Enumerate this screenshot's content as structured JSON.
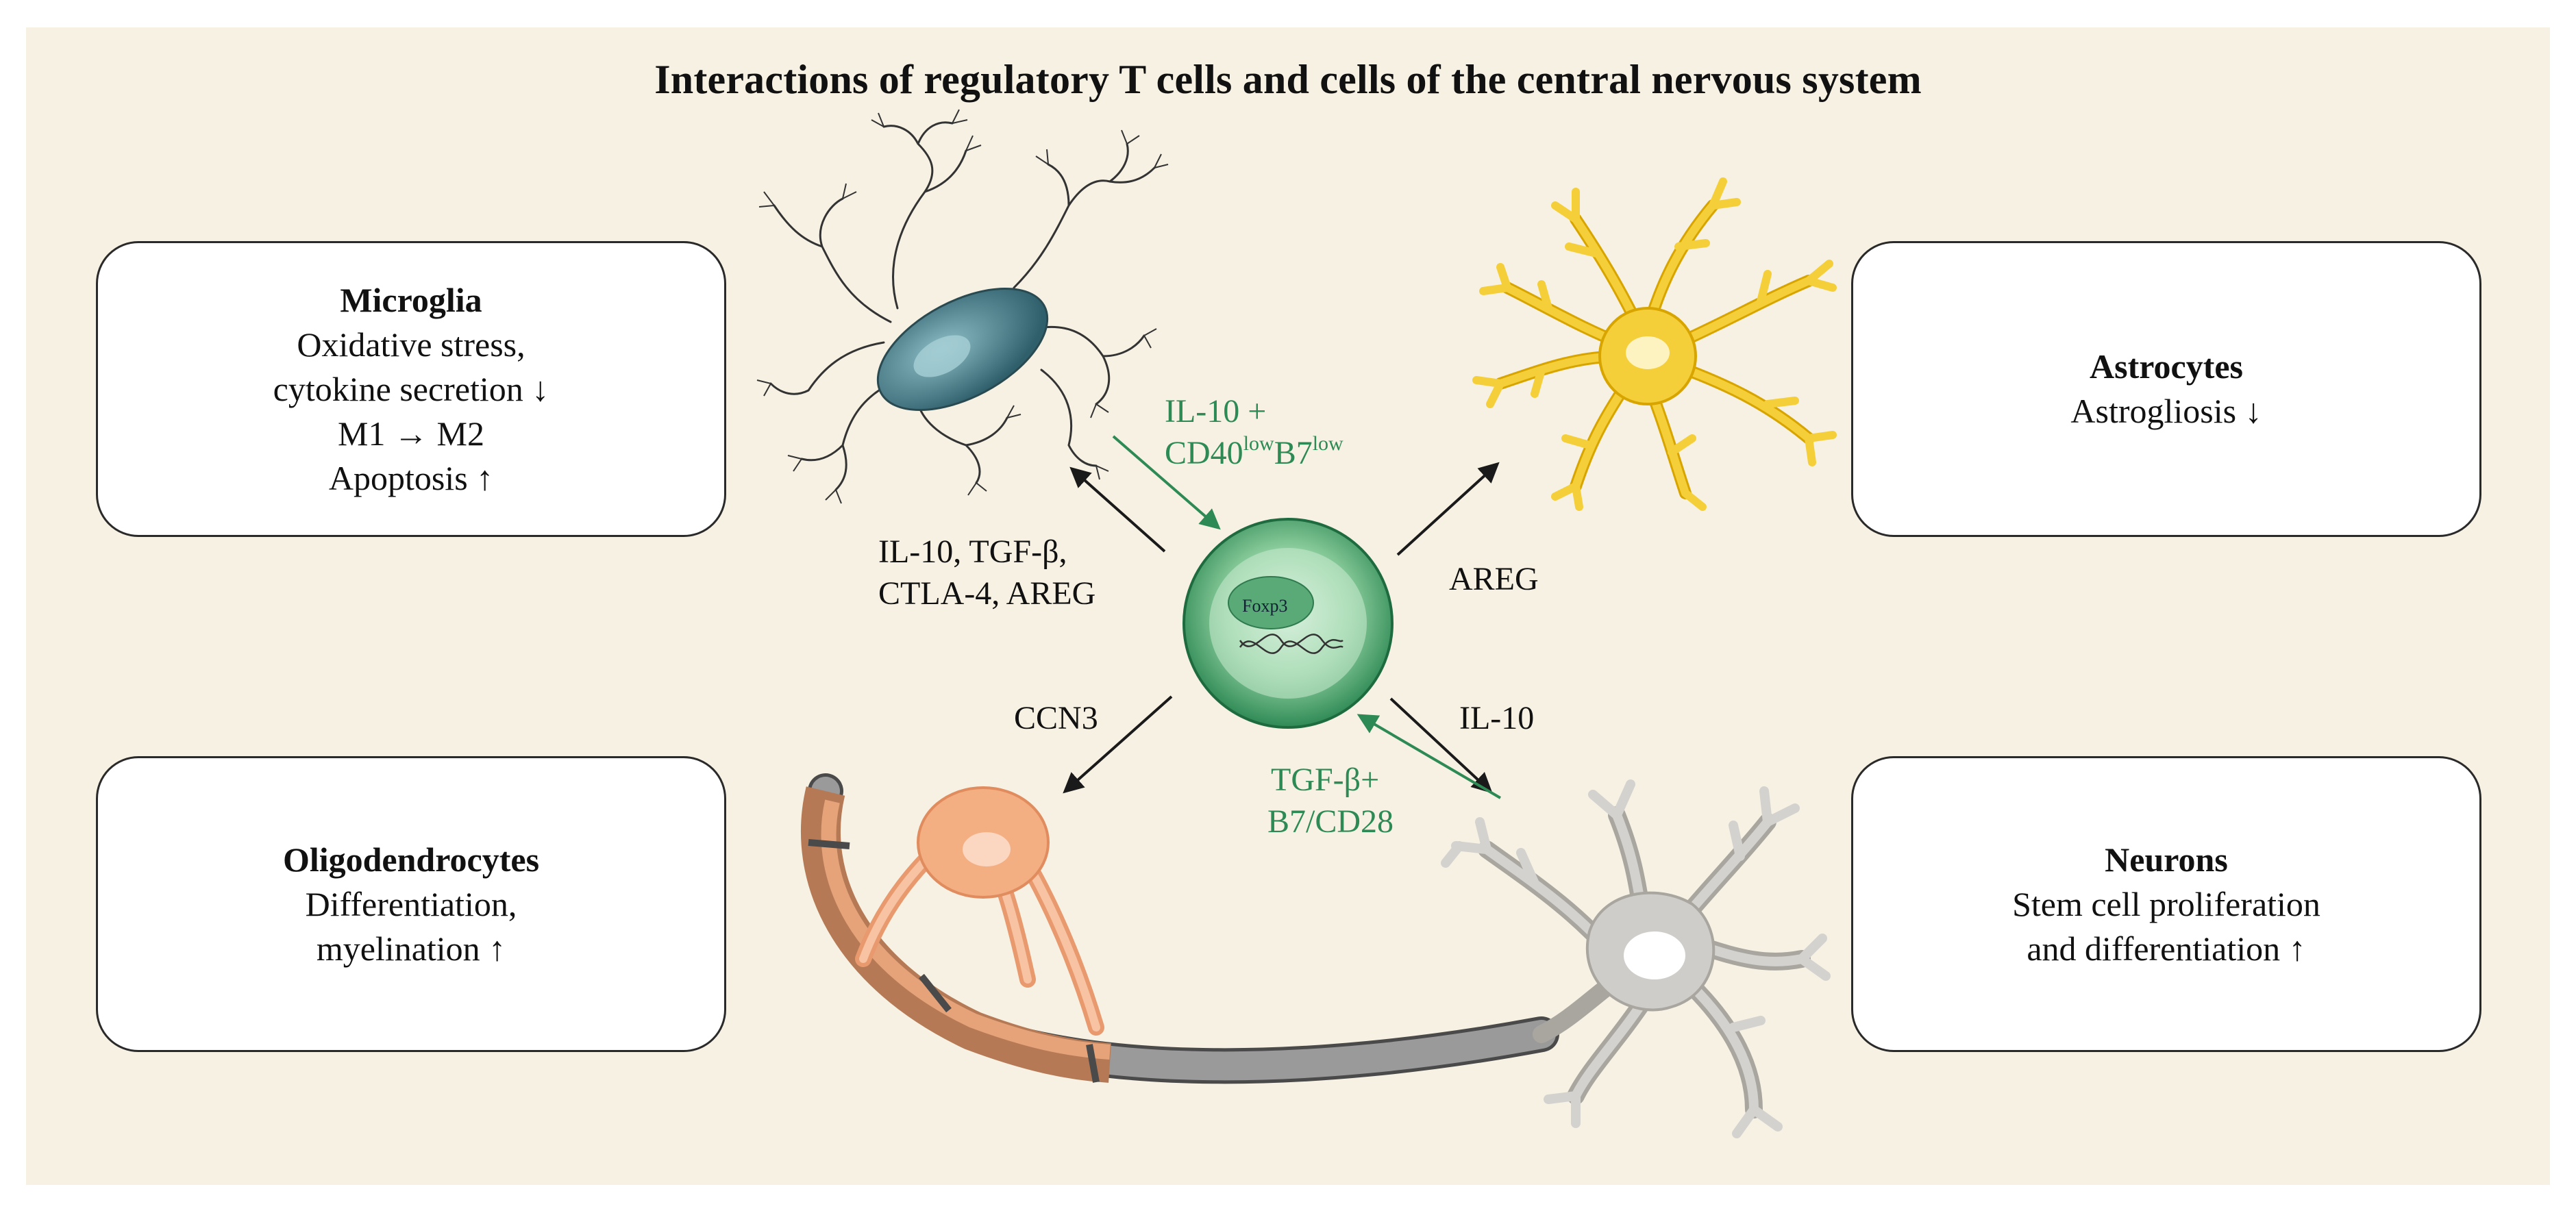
{
  "title": "Interactions of regulatory T cells and cells of the central nervous system",
  "boxes": {
    "microglia": {
      "heading": "Microglia",
      "lines": [
        "Oxidative stress,",
        "cytokine secretion ↓",
        "M1 → M2",
        "Apoptosis ↑"
      ]
    },
    "astrocytes": {
      "heading": "Astrocytes",
      "lines": [
        "Astrogliosis ↓"
      ]
    },
    "oligodendrocytes": {
      "heading": "Oligodendrocytes",
      "lines": [
        "Differentiation,",
        "myelination ↑"
      ]
    },
    "neurons": {
      "heading": "Neurons",
      "lines": [
        "Stem cell proliferation",
        "and differentiation  ↑"
      ]
    }
  },
  "labels": {
    "microglia_in": {
      "line1": "IL-10 +",
      "base1": "CD40",
      "sup1": "low",
      "base2": "B7",
      "sup2": "low"
    },
    "microglia_out": [
      "IL-10, TGF-β,",
      "CTLA-4, AREG"
    ],
    "astrocyte_out": "AREG",
    "oligo_out": "CCN3",
    "neuron_out": "IL-10",
    "neuron_in": [
      "TGF-β+",
      "B7/CD28"
    ]
  },
  "treg": {
    "nucleus_label": "Foxp3"
  },
  "colors": {
    "background": "#f6f1e3",
    "green_label": "#2e8a55",
    "microglia": "#3f7480",
    "astrocyte": "#f5cf3a",
    "oligodendrocyte": "#f3ae82",
    "neuron": "#cfcdc9",
    "treg": "#3c9a63"
  }
}
